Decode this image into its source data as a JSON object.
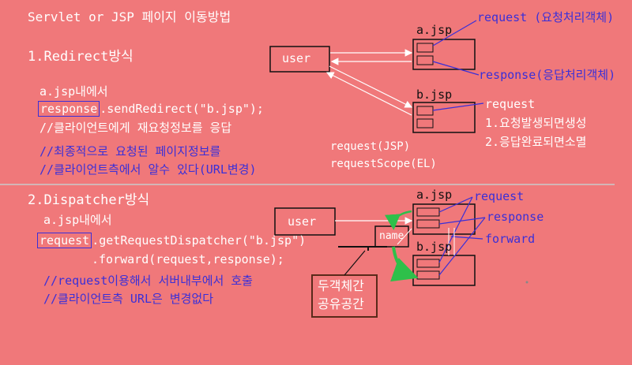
{
  "title": "Servlet or JSP 페이지 이동방법",
  "section1": {
    "heading": "1.Redirect방식",
    "line1": "a.jsp내에서",
    "code_box": "response",
    "code_rest": ".sendRedirect(\"b.jsp\");",
    "comment1": "//클라이언트에게 재요청정보를 응답",
    "comment2": "//최종적으로 요청된 페이지정보를",
    "comment3": "//클라이언트측에서 알수 있다(URL변경)",
    "user_label": "user",
    "a_jsp": "a.jsp",
    "b_jsp": "b.jsp",
    "request_note": "request (요청처리객체)",
    "response_note": "response(응답처리객체)",
    "b_request": "request",
    "b_note1": "1.요청발생되면생성",
    "b_note2": "2.응답완료되면소멸"
  },
  "middle": {
    "req_jsp": "request(JSP)",
    "req_scope": "requestScope(EL)"
  },
  "section2": {
    "heading": "2.Dispatcher방식",
    "line1": "a.jsp내에서",
    "code_box": "request",
    "code_rest": ".getRequestDispatcher(\"b.jsp\")",
    "code_line2": ".forward(request,response);",
    "comment1": "//request이용해서 서버내부에서 호출",
    "comment2": "//클라이언트측 URL은 변경없다",
    "user_label": "user",
    "name_label": "name",
    "a_jsp": "a.jsp",
    "b_jsp": "b.jsp",
    "label_request": "request",
    "label_response": "response",
    "label_forward": "forward",
    "shared_line1": "두객체간",
    "shared_line2": "공유공간"
  },
  "colors": {
    "background": "#f0787a",
    "ink": "#3a2fd8",
    "text": "#ffffff",
    "arrow": "#2ec04a"
  }
}
